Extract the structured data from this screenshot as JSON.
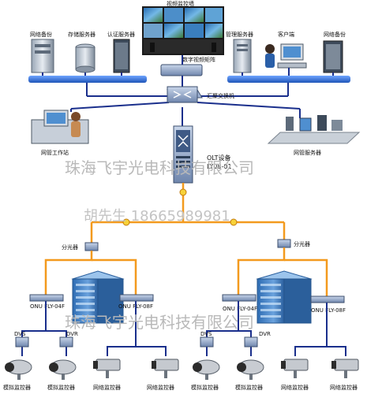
{
  "labels": {
    "video_wall": "视频监控墙",
    "backup_left": "网络备份",
    "storage_server": "存储服务器",
    "auth_server": "认证服务器",
    "mgmt_server_top": "管理服务器",
    "client": "客户端",
    "backup_right": "网络备份",
    "video_matrix": "数字视频矩阵",
    "agg_switch": "汇聚交换机",
    "mgmt_workstation": "网管工作站",
    "olt_device": "OLT设备",
    "olt_model": "LY08-01",
    "nms_server": "网管服务器",
    "splitter_left": "分光器",
    "splitter_right": "分光器",
    "onu_ll": "ONU FLY-04F",
    "onu_lr": "ONU FLY-08F",
    "onu_rl": "ONU FLY-04F",
    "onu_rr": "ONU FLY-08F",
    "dvs_1": "DVS",
    "dvr_1": "DVR",
    "dvs_2": "DVS",
    "dvr_2": "DVR",
    "cam_1": "模拟监控器",
    "cam_2": "模拟监控器",
    "cam_3": "网络监控器",
    "cam_4": "网络监控器",
    "cam_5": "模拟监控器",
    "cam_6": "模拟监控器",
    "cam_7": "网络监控器",
    "cam_8": "网络监控器"
  },
  "watermark": {
    "company_1": "珠海飞宇光电科技有限公司",
    "contact": "胡先生  18665989981",
    "company_2": "珠海飞宇光电科技有限公司"
  },
  "colors": {
    "ethernet": "#1a2f8c",
    "fiber": "#f39a1e",
    "building": "#3f7ec2",
    "bus": "#2f6fd0"
  }
}
